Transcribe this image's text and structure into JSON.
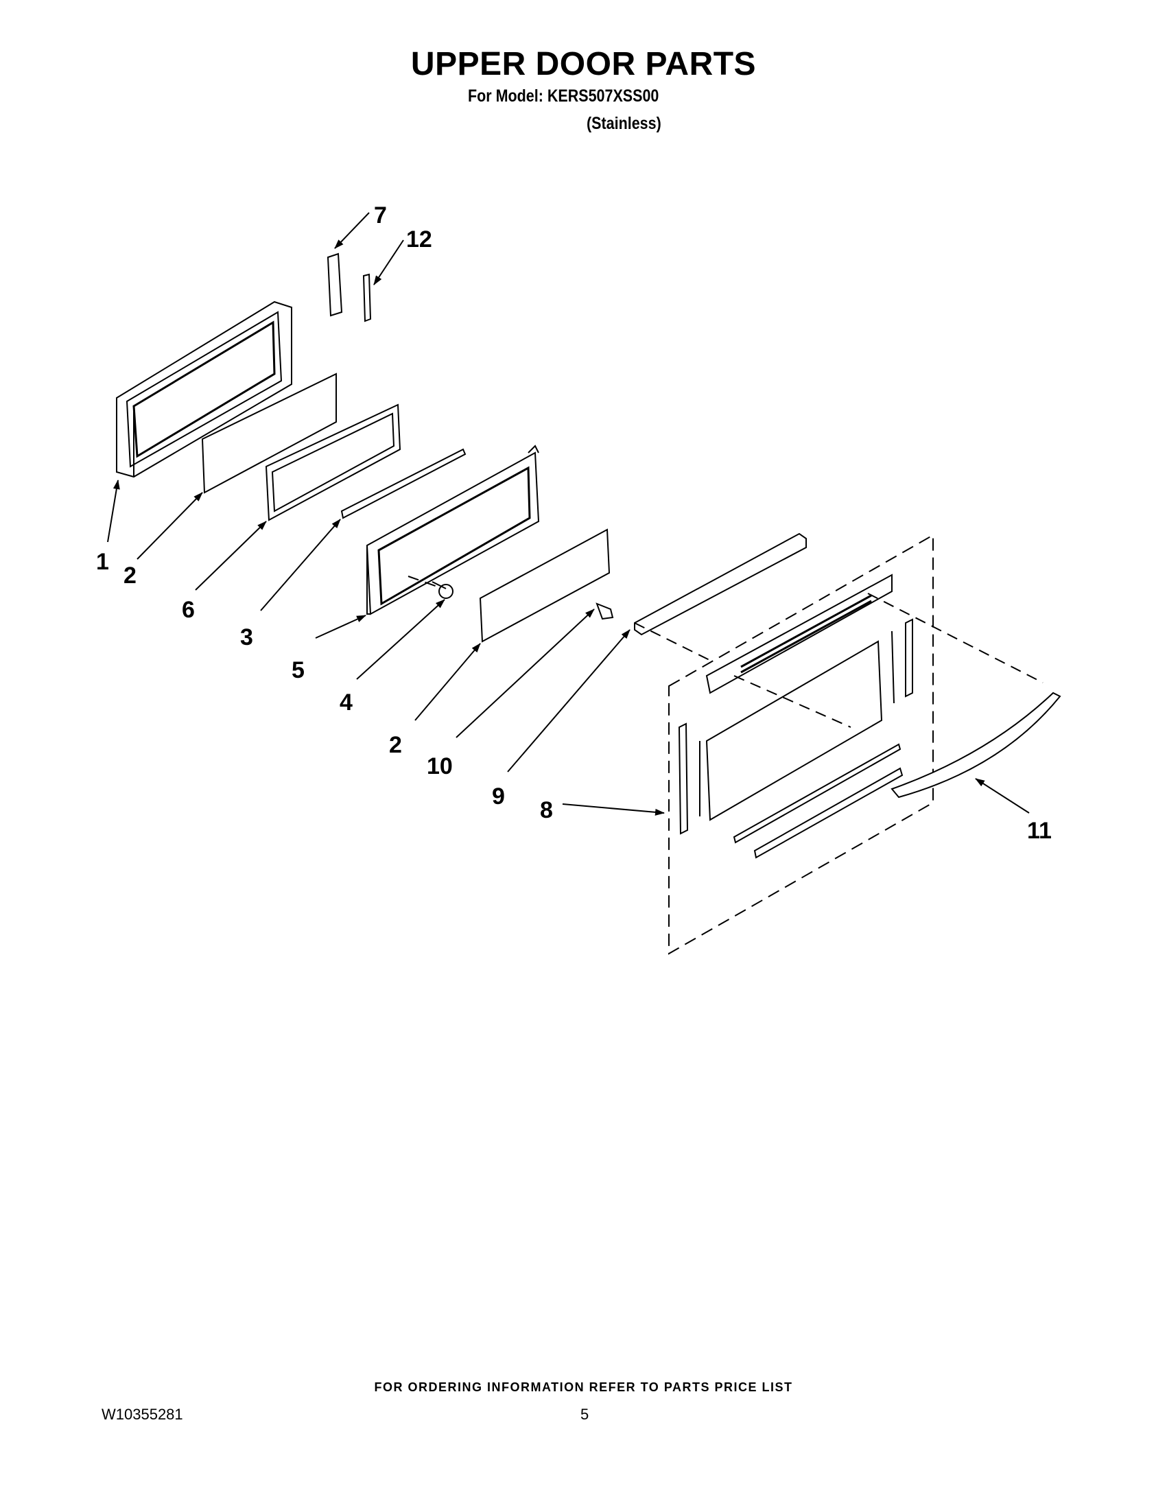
{
  "header": {
    "title": "UPPER DOOR PARTS",
    "model_line": "For Model: KERS507XSS00",
    "finish_line": "(Stainless)"
  },
  "callouts": [
    "1",
    "2",
    "6",
    "3",
    "5",
    "4",
    "2",
    "10",
    "9",
    "8",
    "11",
    "7",
    "12"
  ],
  "footer": {
    "ordering_note": "FOR ORDERING INFORMATION REFER TO PARTS PRICE LIST",
    "doc_number": "W10355281",
    "page_number": "5"
  }
}
